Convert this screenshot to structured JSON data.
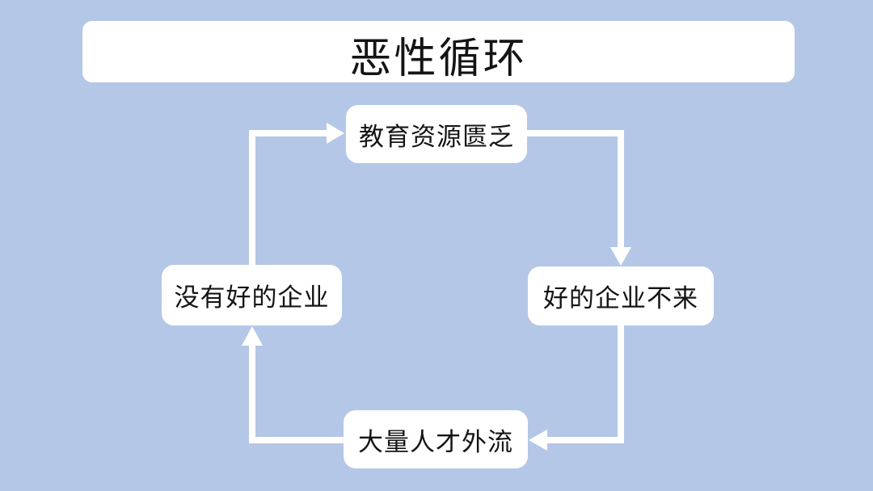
{
  "diagram": {
    "title": "恶性循环",
    "nodes": [
      {
        "position": "top",
        "label": "教育资源匮乏"
      },
      {
        "position": "right",
        "label": "好的企业不来"
      },
      {
        "position": "bottom",
        "label": "大量人才外流"
      },
      {
        "position": "left",
        "label": "没有好的企业"
      }
    ],
    "edges": [
      {
        "from": "教育资源匮乏",
        "to": "好的企业不来"
      },
      {
        "from": "好的企业不来",
        "to": "大量人才外流"
      },
      {
        "from": "大量人才外流",
        "to": "没有好的企业"
      },
      {
        "from": "没有好的企业",
        "to": "教育资源匮乏"
      }
    ],
    "colors": {
      "background": "#b4c7e7",
      "node_fill": "#ffffff",
      "arrow": "#ffffff",
      "text": "#141414"
    }
  }
}
